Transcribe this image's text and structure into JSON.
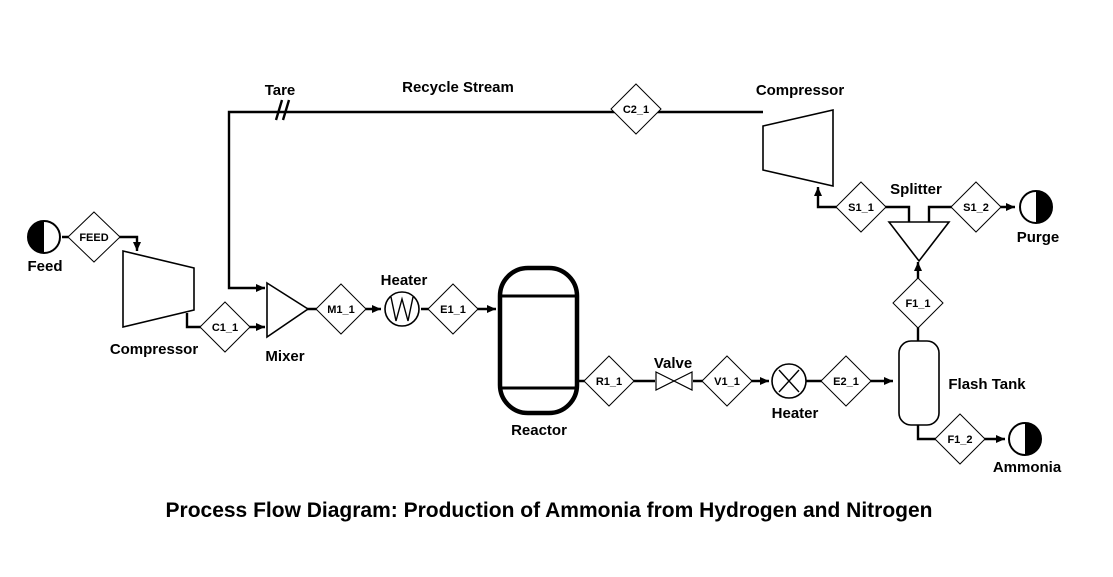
{
  "title": "Process Flow Diagram: Production of Ammonia from Hydrogen and Nitrogen",
  "labels": {
    "feed": "Feed",
    "compressor_1": "Compressor",
    "mixer": "Mixer",
    "heater_1": "Heater",
    "reactor": "Reactor",
    "valve": "Valve",
    "heater_2": "Heater",
    "flash_tank": "Flash Tank",
    "ammonia": "Ammonia",
    "splitter": "Splitter",
    "purge": "Purge",
    "compressor_2": "Compressor",
    "recycle_stream": "Recycle Stream",
    "tare": "Tare"
  },
  "streams": {
    "feed": "FEED",
    "c1_1": "C1_1",
    "m1_1": "M1_1",
    "e1_1": "E1_1",
    "r1_1": "R1_1",
    "v1_1": "V1_1",
    "e2_1": "E2_1",
    "f1_1": "F1_1",
    "f1_2": "F1_2",
    "s1_1": "S1_1",
    "s1_2": "S1_2",
    "c2_1": "C2_1"
  }
}
